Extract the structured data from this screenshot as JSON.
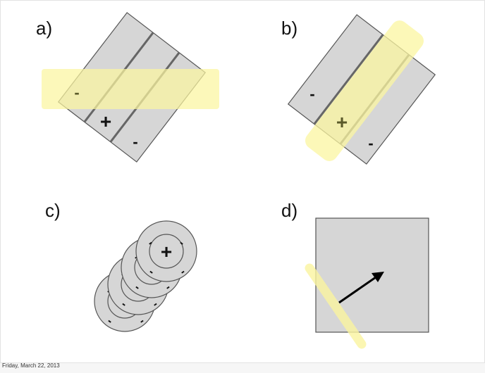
{
  "panels": [
    {
      "label": "a)"
    },
    {
      "label": "b)"
    },
    {
      "label": "c)"
    },
    {
      "label": "d)"
    }
  ],
  "symbols": {
    "plus": "+",
    "minus": "-"
  },
  "footer": {
    "date": "Friday, March 22, 2013"
  },
  "colors": {
    "background": "#ffffff",
    "strip_fill": "#d6d6d6",
    "outline": "#555555",
    "highlight": "#fbf5a0",
    "arrow": "#000000"
  }
}
